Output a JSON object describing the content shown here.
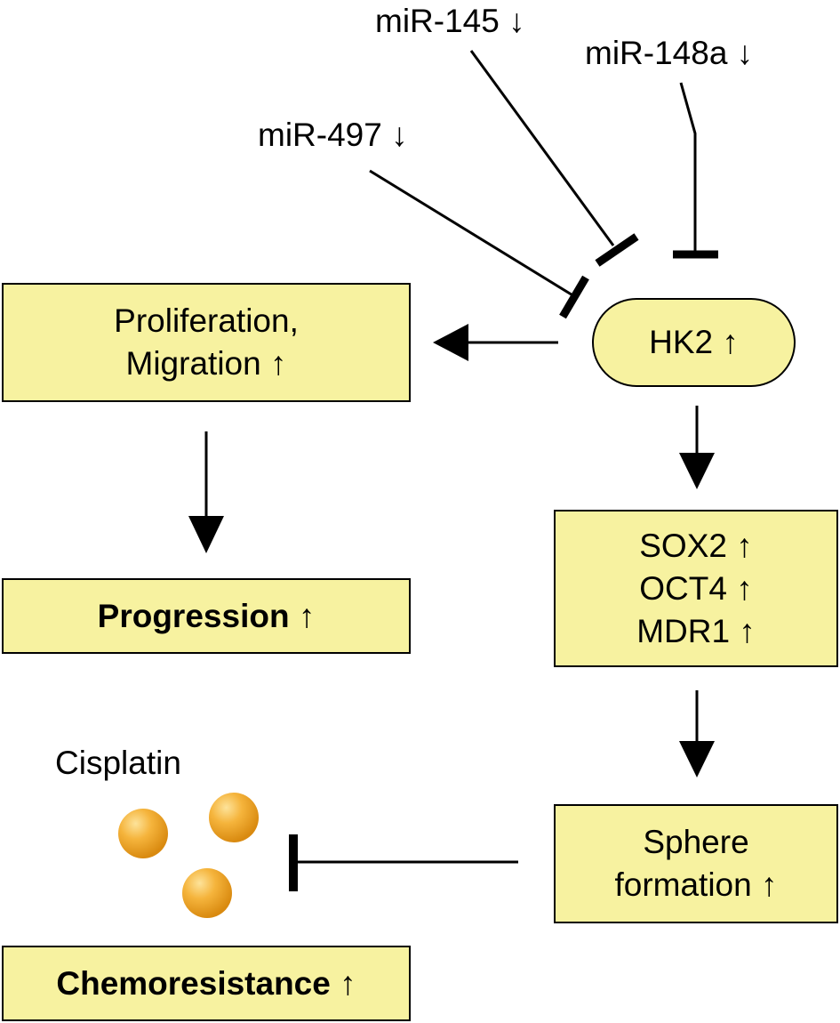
{
  "mirnas": {
    "mir145": "miR-145 ↓",
    "mir148a": "miR-148a ↓",
    "mir497": "miR-497 ↓"
  },
  "nodes": {
    "hk2": "HK2 ↑",
    "proliferation_line1": "Proliferation,",
    "proliferation_line2": "Migration ↑",
    "progression": "Progression ↑",
    "sox2": "SOX2 ↑",
    "oct4": "OCT4 ↑",
    "mdr1": "MDR1 ↑",
    "sphere_line1": "Sphere",
    "sphere_line2": "formation ↑",
    "chemoresistance": "Chemoresistance ↑"
  },
  "drug": {
    "label": "Cisplatin"
  },
  "colors": {
    "box_fill": "#f7f2a0",
    "sphere_fill": "#f0a830",
    "line": "#000000"
  }
}
